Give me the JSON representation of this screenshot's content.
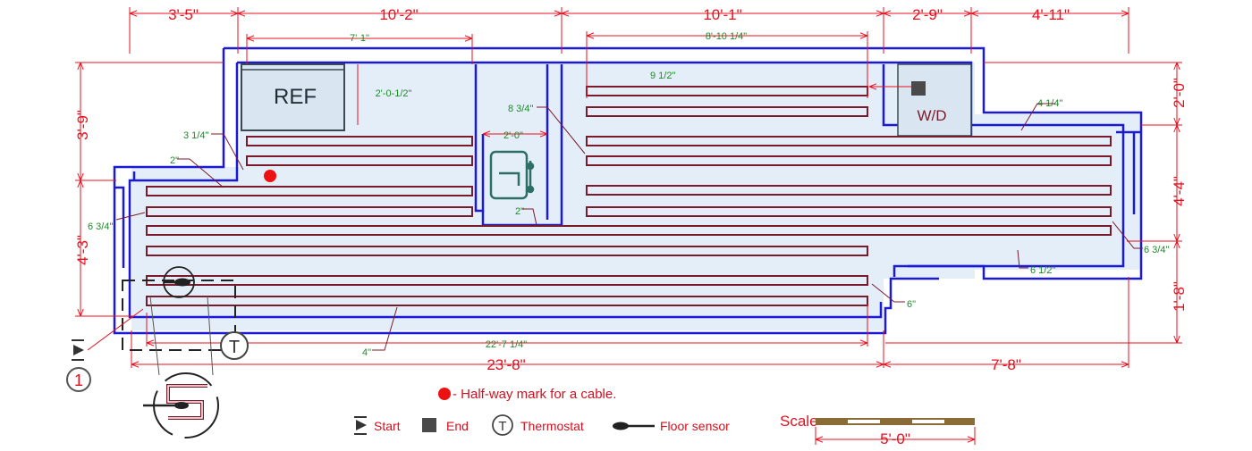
{
  "top_dimensions": [
    "3'-5\"",
    "10'-2\"",
    "10'-1\"",
    "2'-9\"",
    "4'-11\""
  ],
  "inner_dimensions": {
    "ref_span": "7'-1\"",
    "kitchen_span": "8'-10 1/4\"",
    "ref_offset": "2'-0-1/2\"",
    "sink_gap": "2'-0\"",
    "total_cable_run": "22'-7 1/4\"",
    "overall_length": "23'-8\"",
    "right_bay": "7'-8\""
  },
  "side_dimensions": {
    "left_upper": "3'-9\"",
    "left_lower": "4'-3\"",
    "right_top": "2'-0\"",
    "right_middle": "4'-4\"",
    "right_bottom": "1'-8\""
  },
  "spacing_notes": {
    "n1": "3 1/4\"",
    "n2": "2\"",
    "n3": "6 3/4\"",
    "n4": "8 3/4\"",
    "n5": "2\"",
    "n6": "9 1/2\"",
    "n7": "4 1/4\"",
    "n8": "6 3/4\"",
    "n9": "6 1/2\"",
    "n10": "6\"",
    "n11": "4\""
  },
  "fixtures": {
    "refrigerator": "REF",
    "washer_dryer": "W/D"
  },
  "symbols": {
    "thermostat_letter": "T",
    "section_marker": "1"
  },
  "halfway_note": "- Half-way mark for a cable.",
  "legend": [
    {
      "symbol": "start-arrow",
      "label": "Start"
    },
    {
      "symbol": "end-square",
      "label": "End"
    },
    {
      "symbol": "thermostat-circle",
      "label": "Thermostat"
    },
    {
      "symbol": "floor-sensor-line",
      "label": "Floor sensor"
    }
  ],
  "scale": {
    "title": "Scale",
    "value": "5'-0\""
  },
  "colors": {
    "wall": "#1a1ad6",
    "floor": "#e4eef8",
    "cable": "#7a1b2b",
    "dimension": "#e8101f",
    "note": "#1f8a2a",
    "halfway_dot": "#ee1111"
  }
}
